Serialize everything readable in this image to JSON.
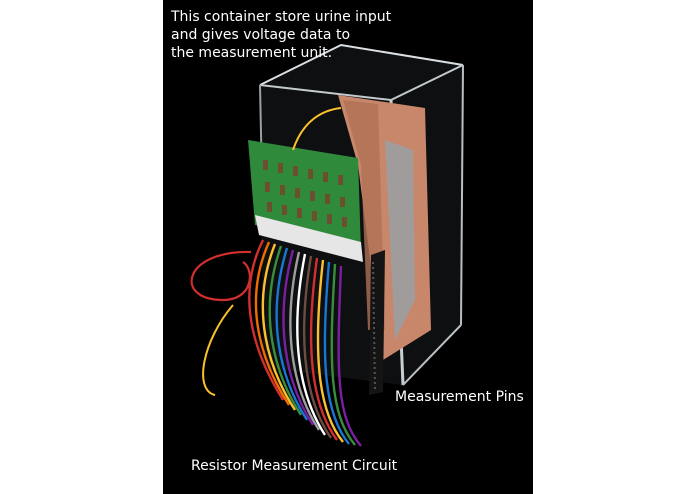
{
  "captions": {
    "container_lines": [
      "This container store urine input",
      "and gives voltage data to",
      "the measurement unit."
    ],
    "measurement_pins": "Measurement Pins",
    "resistor_circuit": "Resistor Measurement Circuit"
  },
  "colors": {
    "background": "#000000",
    "pcb_green": "#2f8a3c",
    "copper": "#c8866a",
    "acrylic_edge": "#cfd6da"
  }
}
